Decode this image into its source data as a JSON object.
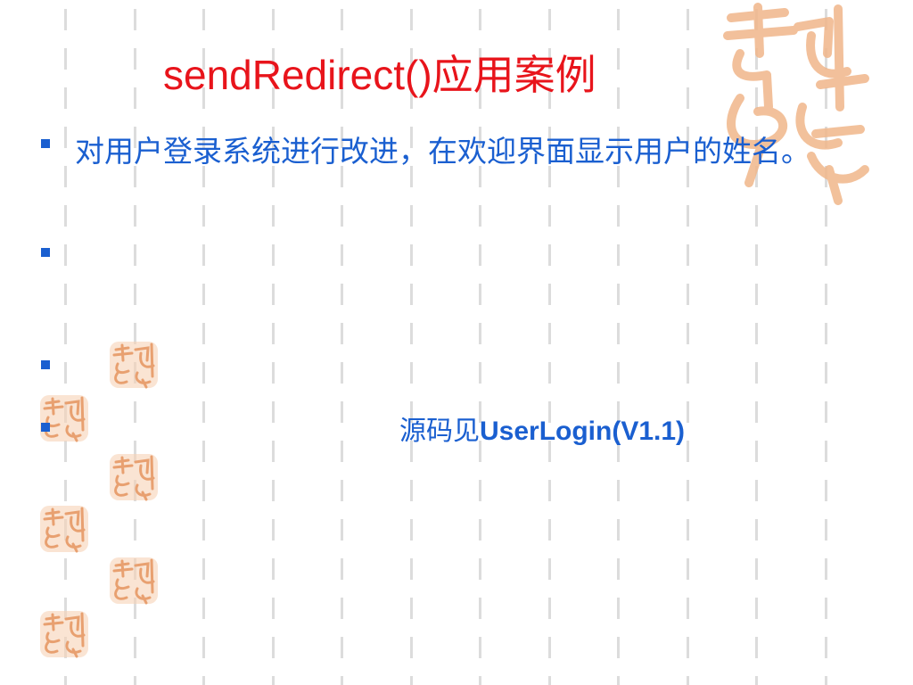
{
  "slide": {
    "title": "sendRedirect()应用案例",
    "bullets": [
      {
        "text": "对用户登录系统进行改进，在欢迎界面显示用户的姓名。"
      },
      {
        "text": ""
      },
      {
        "text": ""
      },
      {
        "text": ""
      }
    ],
    "source": {
      "prefix": "源码见",
      "name": "UserLogin(V1.1)"
    }
  },
  "colors": {
    "title": "#e8141b",
    "body": "#1a5fd0",
    "seal": "#f0b68a",
    "grid": "#dcdcdc"
  },
  "decorations": {
    "seal_icon": "auspicious-seal-icon"
  }
}
